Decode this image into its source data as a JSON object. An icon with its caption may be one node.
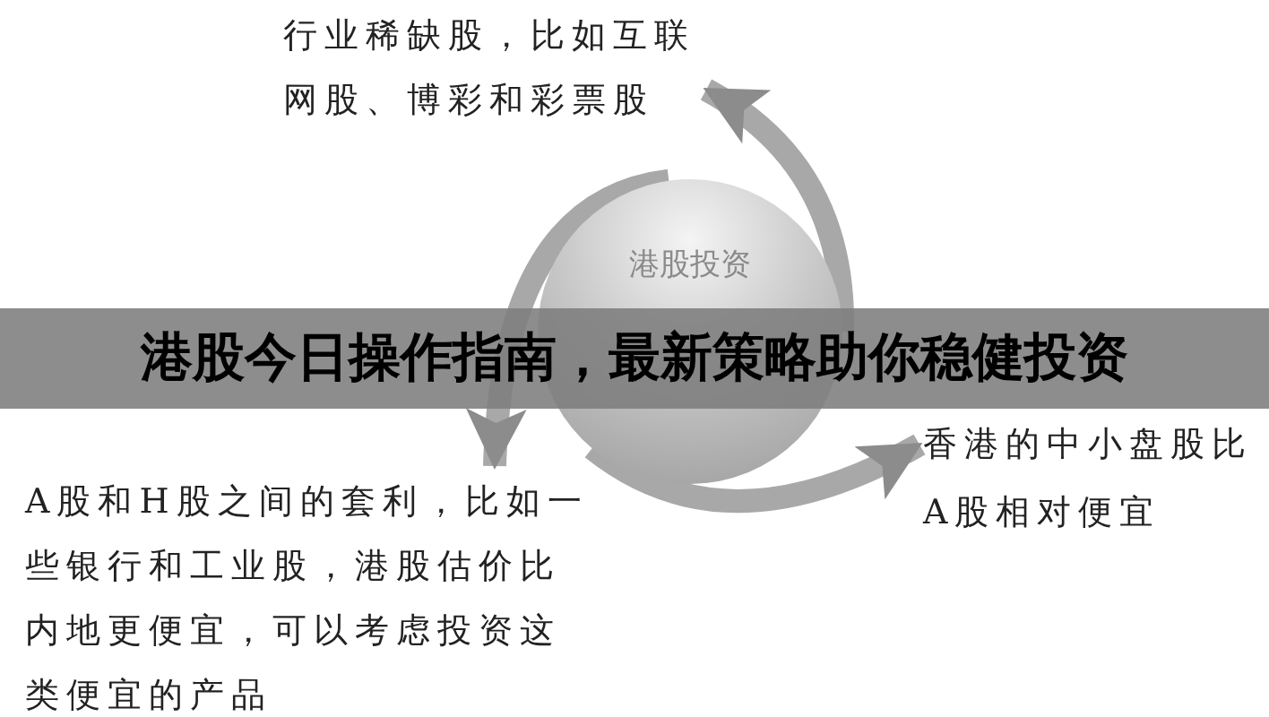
{
  "diagram": {
    "title": "港股今日操作指南，最新策略助你稳健投资",
    "nodes": [
      {
        "text": [
          "港股投资"
        ]
      },
      {
        "text": [
          "行业稀缺股，比如互联网股、博彩和彩票股"
        ]
      },
      {
        "text": [
          "香港的中小盘股比A股相对便宜"
        ]
      },
      {
        "text": [
          "A股和H股之间的套利，比如一些银行和工业股，港股估价比内地更便宜，可以考虑投资这类便宜的产品"
        ]
      }
    ],
    "edges": [
      {
        "from": 0,
        "to": 1,
        "arrow": "to"
      },
      {
        "from": 0,
        "to": 3,
        "arrow": "to"
      },
      {
        "from": 0,
        "to": 2,
        "arrow": "to"
      }
    ]
  }
}
